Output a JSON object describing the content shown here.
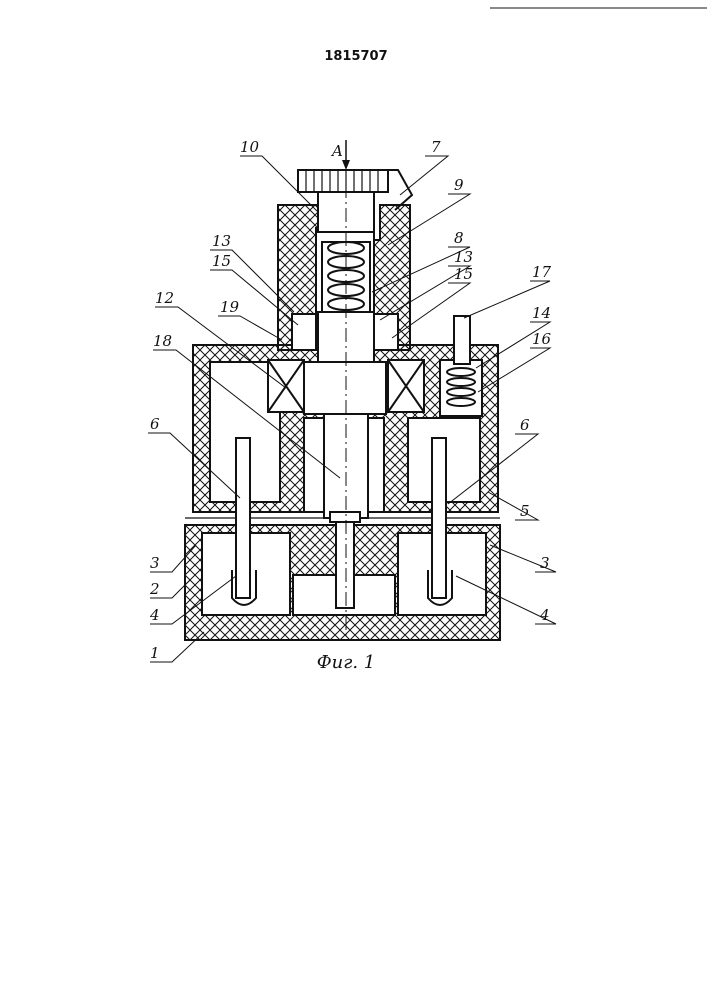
{
  "patent_number": "1815707",
  "figure_caption": "Фиг. 1",
  "view_marker": "A",
  "labels": {
    "l1": "1",
    "l2": "2",
    "l3_left": "3",
    "l3_right": "3",
    "l4_left": "4",
    "l4_right": "4",
    "l5": "5",
    "l6_left": "6",
    "l6_right": "6",
    "l7": "7",
    "l8": "8",
    "l9": "9",
    "l10": "10",
    "l12": "12",
    "l13_left": "13",
    "l13_right": "13",
    "l14": "14",
    "l15_left": "15",
    "l15_right": "15",
    "l16": "16",
    "l17": "17",
    "l18": "18",
    "l19": "19"
  }
}
